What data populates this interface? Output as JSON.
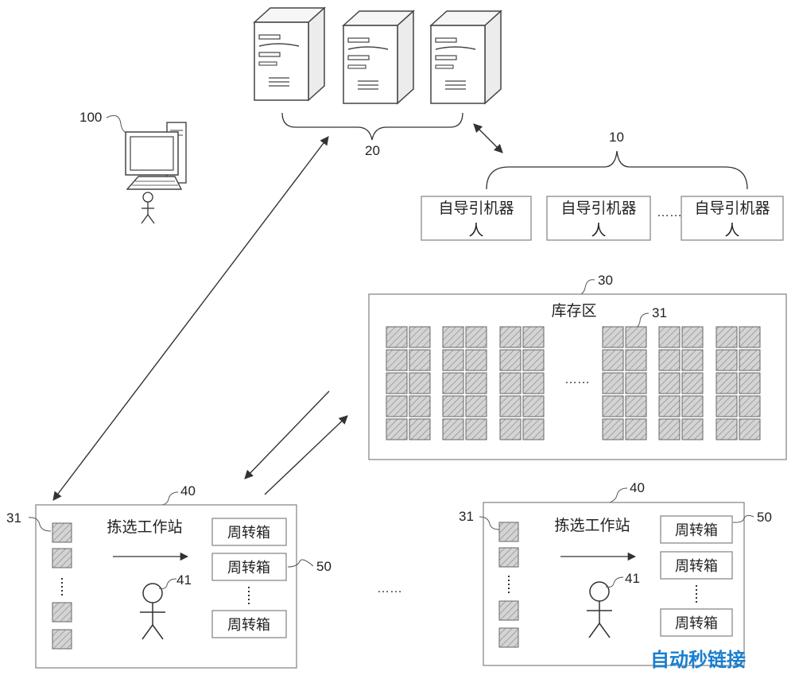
{
  "servers": {
    "label": "20"
  },
  "computer": {
    "label": "100"
  },
  "agv_group": {
    "label": "10",
    "robots": [
      {
        "line1": "自导引机器",
        "line2": "人"
      },
      {
        "line1": "自导引机器",
        "line2": "人"
      },
      {
        "line1": "自导引机器",
        "line2": "人"
      }
    ],
    "ellipsis": "……"
  },
  "storage": {
    "label": "30",
    "title": "库存区",
    "bin_label": "31",
    "ellipsis": "……"
  },
  "stations": [
    {
      "label": "40",
      "title": "拣选工作站",
      "bin_label": "31",
      "picker_label": "41",
      "tote_label": "50",
      "totes": [
        "周转箱",
        "周转箱",
        "周转箱"
      ]
    },
    {
      "label": "40",
      "title": "拣选工作站",
      "bin_label": "31",
      "picker_label": "41",
      "tote_label": "50",
      "totes": [
        "周转箱",
        "周转箱",
        "周转箱"
      ]
    }
  ],
  "stations_ellipsis": "……",
  "watermark": "自动秒链接"
}
